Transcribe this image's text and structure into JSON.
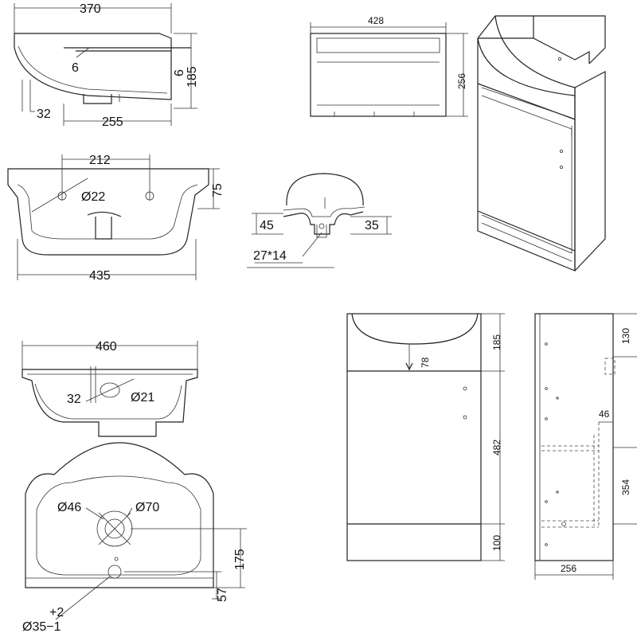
{
  "basin_side": {
    "width": "370",
    "height": "185",
    "lip_left": "6",
    "lip_right": "6",
    "offset": "32",
    "base": "255"
  },
  "basin_front": {
    "hole_spacing": "212",
    "hole_diameter": "Ø22",
    "rim_height": "75",
    "width": "435"
  },
  "cabinet_top": {
    "width": "428",
    "height": "256"
  },
  "waste_detail": {
    "depth_left": "45",
    "depth_right": "35",
    "slot": "27*14"
  },
  "basin_profile": {
    "width": "460",
    "offset": "32",
    "hole": "Ø21"
  },
  "basin_plan": {
    "small_ring": "Ø46",
    "large_ring": "Ø70",
    "tol_plus": "+2",
    "waste": "Ø35−1",
    "front_offset": "57",
    "center_depth": "175"
  },
  "cabinet_front": {
    "top_gap": "185",
    "overlap": "78",
    "door_height": "482",
    "plinth": "100"
  },
  "cabinet_side": {
    "top": "130",
    "shelf": "46",
    "inner": "354",
    "depth": "256"
  }
}
